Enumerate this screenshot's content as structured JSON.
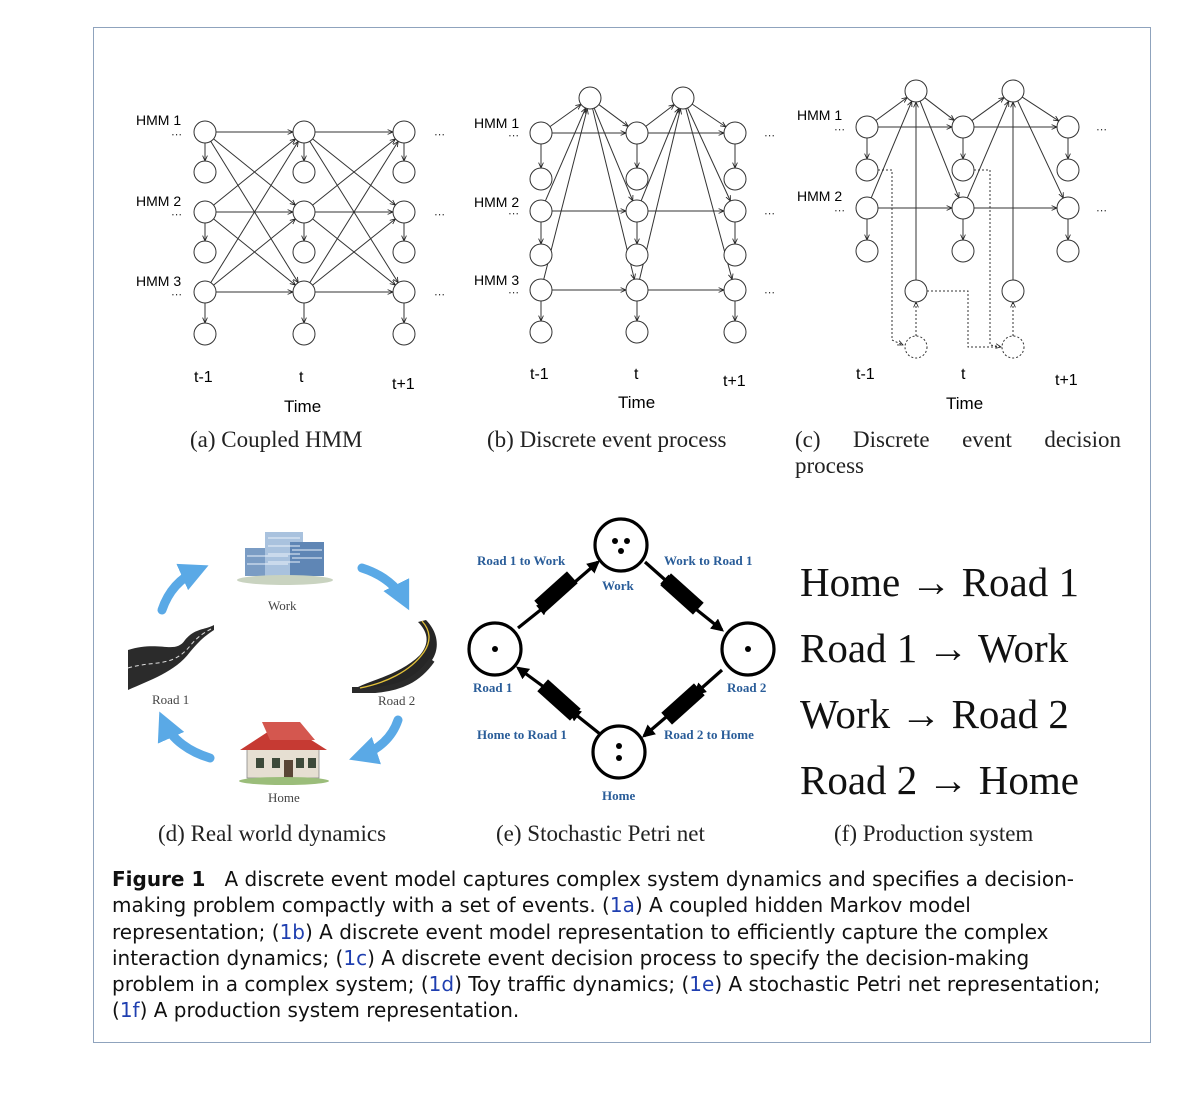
{
  "panel_a": {
    "rows": [
      "HMM 1",
      "HMM 2",
      "HMM 3"
    ],
    "times": [
      "t-1",
      "t",
      "t+1"
    ],
    "axis": "Time",
    "caption": "(a) Coupled HMM"
  },
  "panel_b": {
    "rows": [
      "HMM 1",
      "HMM 2",
      "HMM 3"
    ],
    "times": [
      "t-1",
      "t",
      "t+1"
    ],
    "axis": "Time",
    "caption": "(b) Discrete event process"
  },
  "panel_c": {
    "rows": [
      "HMM 1",
      "HMM 2"
    ],
    "times": [
      "t-1",
      "t",
      "t+1"
    ],
    "axis": "Time",
    "caption_line1": "(c) Discrete event decision",
    "caption_line2": "process"
  },
  "panel_d": {
    "nodes": {
      "work": "Work",
      "road1": "Road 1",
      "road2": "Road 2",
      "home": "Home"
    },
    "caption": "(d) Real world dynamics"
  },
  "panel_e": {
    "places": {
      "work": "Work",
      "road1": "Road 1",
      "road2": "Road 2",
      "home": "Home"
    },
    "transitions": {
      "r1w": "Road 1 to Work",
      "wr1": "Work to Road 1",
      "hr1": "Home to Road 1",
      "r2h": "Road 2 to Home"
    },
    "caption": "(e) Stochastic Petri net"
  },
  "panel_f": {
    "rules": [
      "Home → Road 1",
      "Road 1 → Work",
      "Work → Road 2",
      "Road 2 → Home"
    ],
    "caption": "(f) Production system"
  },
  "figure_caption": {
    "label": "Figure 1",
    "t1": "A discrete event model captures complex system dynamics and specifies a decision-making problem compactly with a set of events. (",
    "r1": "1a",
    "t2": ") A coupled hidden Markov model representation; (",
    "r2": "1b",
    "t3": ") A discrete event model representation to efficiently capture the complex interaction dynamics; (",
    "r3": "1c",
    "t4": ") A discrete event decision process to specify the decision-making problem in a complex system; (",
    "r4": "1d",
    "t5": ") Toy traffic dynamics; (",
    "r5": "1e",
    "t6": ") A stochastic Petri net representation; (",
    "r6": "1f",
    "t7": ") A production system representation."
  },
  "colors": {
    "frame": "#8fa3bd",
    "petri_label": "#2a5d99",
    "arrow_cycle": "#5aa9e6",
    "ref_link": "#1f3fb0"
  }
}
